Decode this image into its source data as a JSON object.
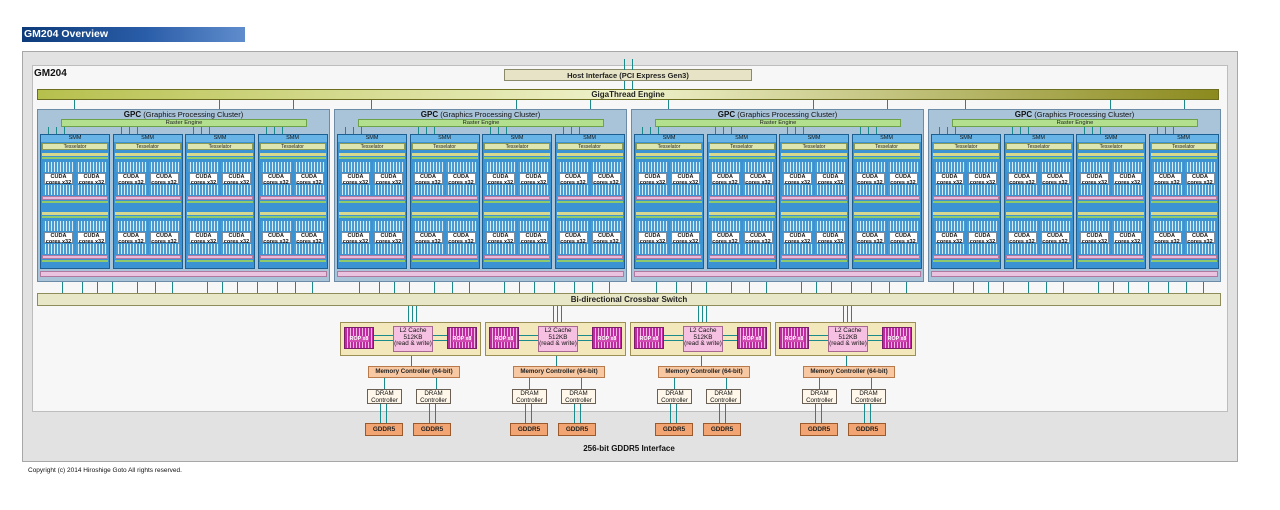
{
  "header": {
    "title": "GM204 Overview"
  },
  "chip": {
    "label": "GM204"
  },
  "host_interface": "Host Interface (PCI Express Gen3)",
  "gigathread": "GigaThread Engine",
  "gpc": {
    "name": "GPC",
    "full_name": "(Graphics Processing Cluster)",
    "raster": "Raster Engine",
    "count": 4
  },
  "smm": {
    "name": "SMM",
    "tessellator": "Tesselator",
    "per_gpc": 4
  },
  "cuda": {
    "line1": "CUDA",
    "line2": "cores x32"
  },
  "crossbar": "Bi-directional Crossbar Switch",
  "rop": "ROP x8",
  "l2": {
    "line1": "L2 Cache",
    "line2": "512KB",
    "line3": "(read & write)"
  },
  "memory_controller": "Memory Controller (64-bit)",
  "dram": {
    "line1": "DRAM",
    "line2": "Controller"
  },
  "gddr5": "GDDR5",
  "interface": "256-bit GDDR5 Interface",
  "copyright": "Copyright (c) 2014 Hiroshige Goto All rights reserved.",
  "colors": {
    "title_bar": "#0d3b7a",
    "gpc": "#a9c3d9",
    "smm": "#3b93d3",
    "raster": "#b2e08e",
    "rop": "#c02aa0",
    "l2": "#f6c0e2",
    "memctl": "#f7c8a2",
    "gddr5": "#f2a572",
    "wire": "#1a8a8a"
  }
}
